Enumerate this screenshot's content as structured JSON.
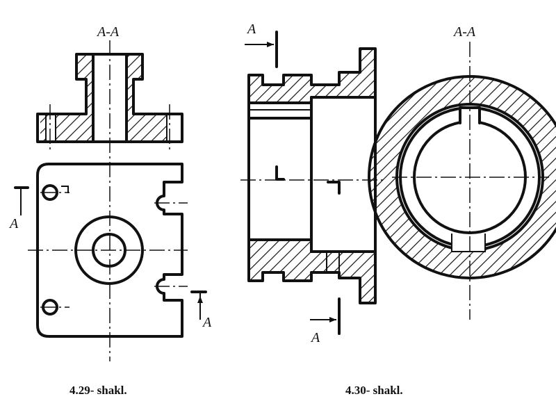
{
  "figure_left": {
    "section_label": "A-A",
    "cut_label_left": "A",
    "cut_label_right": "A",
    "caption": "4.29- shakl."
  },
  "figure_right": {
    "cut_label_top": "A",
    "cut_label_bottom": "A",
    "section_label": "A-A",
    "caption": "4.30- shakl."
  },
  "colors": {
    "ink": "#111111",
    "paper": "#ffffff"
  }
}
